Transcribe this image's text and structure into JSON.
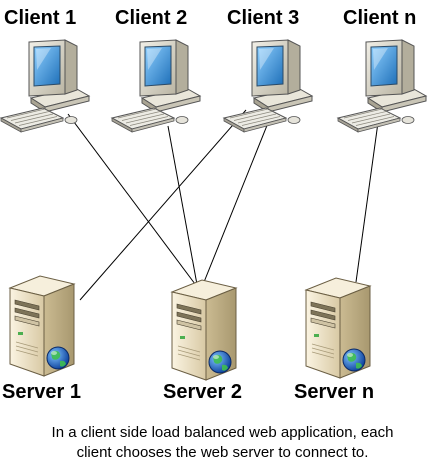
{
  "clients": [
    {
      "label": "Client 1"
    },
    {
      "label": "Client 2"
    },
    {
      "label": "Client 3"
    },
    {
      "label": "Client n"
    }
  ],
  "servers": [
    {
      "label": "Server 1"
    },
    {
      "label": "Server 2"
    },
    {
      "label": "Server n"
    }
  ],
  "connections": [
    {
      "from": "Client 1",
      "to": "Server 2"
    },
    {
      "from": "Client 2",
      "to": "Server 2"
    },
    {
      "from": "Client 3",
      "to": "Server 2"
    },
    {
      "from": "Client 3",
      "to": "Server 1"
    },
    {
      "from": "Client n",
      "to": "Server n"
    }
  ],
  "caption": {
    "line1": "In a client side load balanced web application, each",
    "line2": "client chooses the web server to connect to."
  },
  "colors": {
    "monitor_body": "#d9d5c6",
    "screen": "#3a8fd0",
    "server_body": "#e8dcc0",
    "globe": "#1f5fbf",
    "line": "#000000"
  },
  "icons": {
    "client": "desktop-computer-icon",
    "server": "server-tower-with-globe-icon"
  }
}
